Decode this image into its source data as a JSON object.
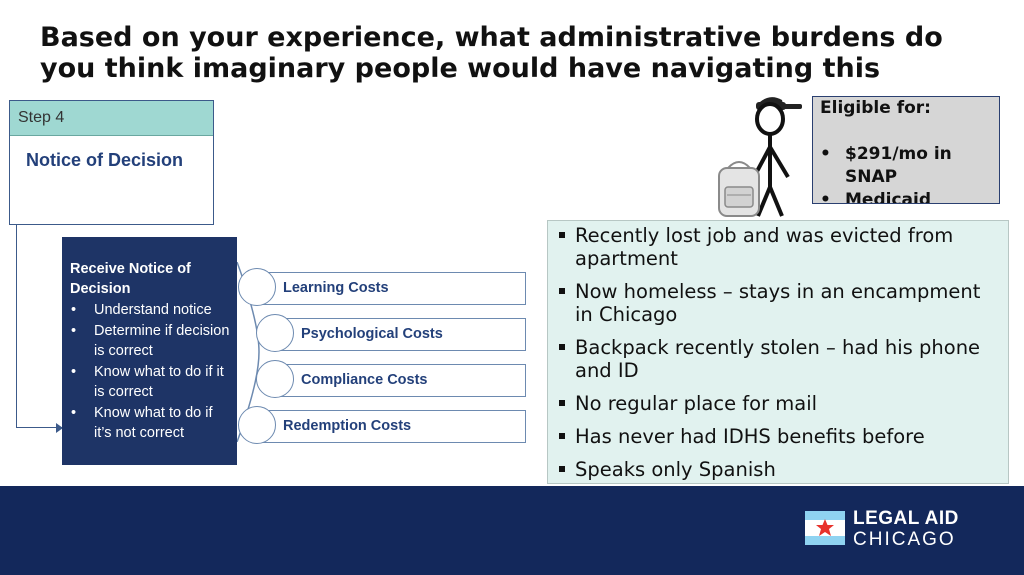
{
  "slide": {
    "title": "Based on your experience, what administrative burdens do you think imaginary people would have navigating this process?"
  },
  "step": {
    "label": "Step 4",
    "title": "Notice of Decision"
  },
  "notice": {
    "heading": "Receive Notice of Decision",
    "items": [
      "Understand notice",
      "Determine if decision is correct",
      "Know what to do if it is correct",
      "Know what to do if it’s not correct"
    ]
  },
  "costs": [
    "Learning Costs",
    "Psychological Costs",
    "Compliance Costs",
    "Redemption Costs"
  ],
  "eligibility": {
    "heading": "Eligible for:",
    "items": [
      "$291/mo in SNAP",
      "Medicaid"
    ]
  },
  "facts": [
    "Recently lost job and was evicted from apartment",
    "Now homeless – stays in an encampment in Chicago",
    "Backpack recently stolen – had his phone and ID",
    "No regular place for mail",
    "Has never had IDHS benefits before",
    "Speaks only Spanish"
  ],
  "footer": {
    "logo_line1": "LEGAL AID",
    "logo_line2": "CHICAGO"
  },
  "colors": {
    "navy": "#1e3466",
    "footer": "#13285b",
    "teal_header": "#9fd8d2",
    "facts_bg": "#e1f2ef",
    "flag_red": "#e8322c",
    "flag_blue": "#8fd3f1"
  }
}
